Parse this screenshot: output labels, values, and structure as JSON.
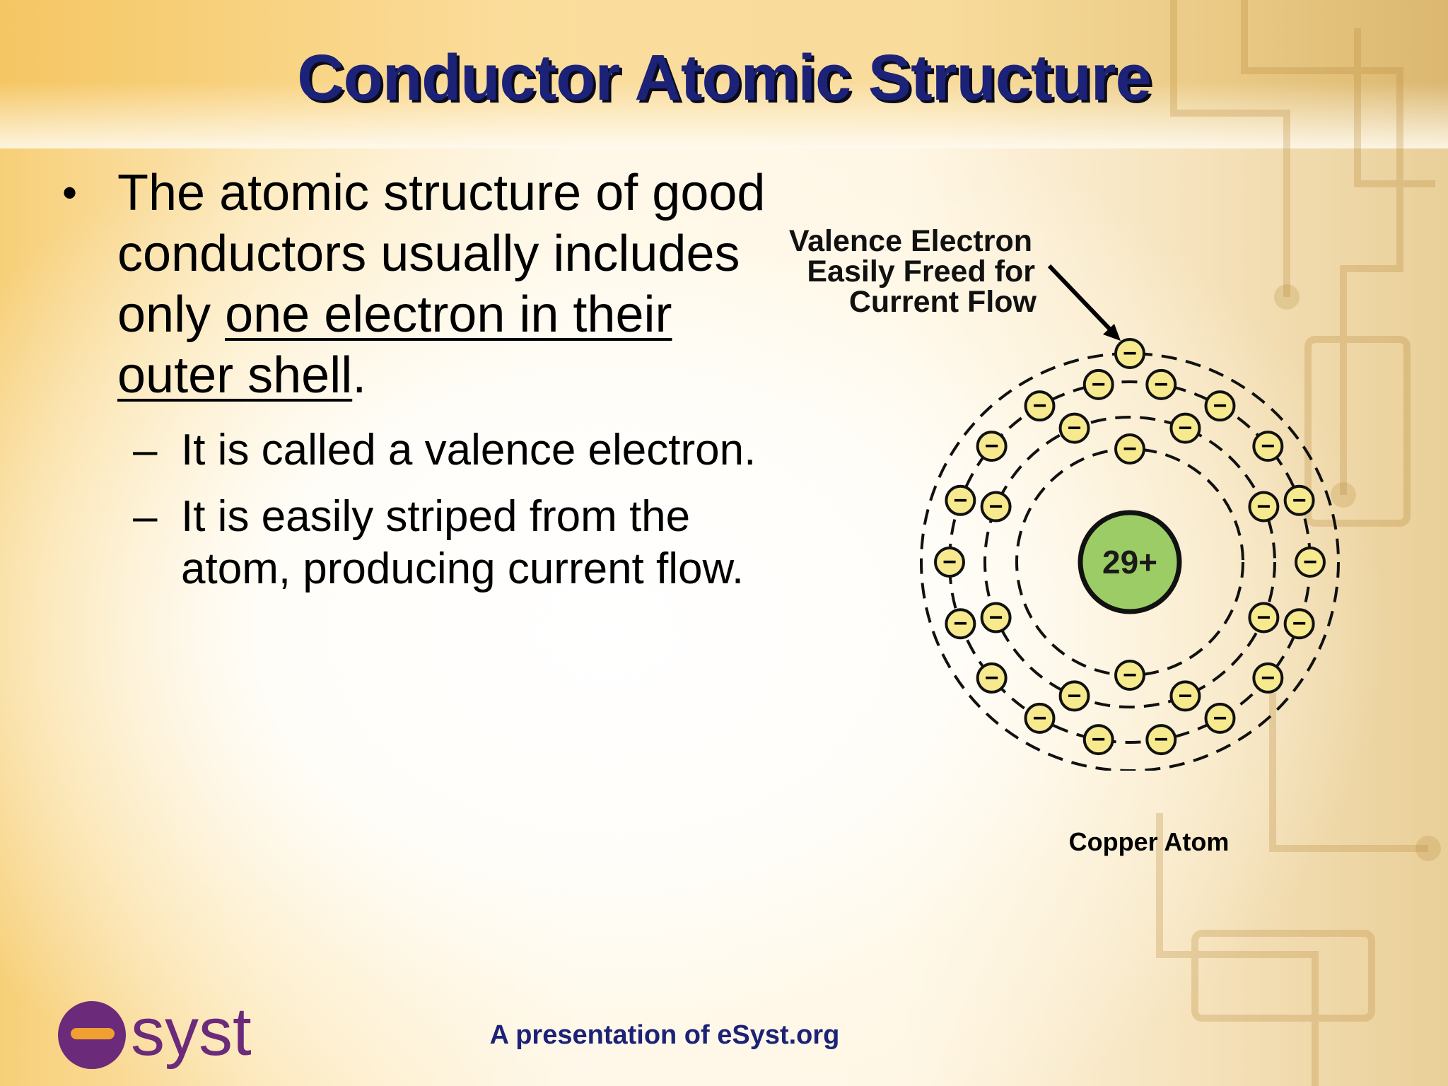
{
  "slide": {
    "title": "Conductor Atomic Structure",
    "bullet": {
      "text_before": "The atomic structure of good conductors usually includes only ",
      "underlined": "one electron in their outer shell",
      "text_after": "."
    },
    "sub_bullets": [
      "It is called a valence electron.",
      "It is easily striped from the atom, producing current flow."
    ],
    "footer": "A presentation of eSyst.org"
  },
  "diagram": {
    "annotation_lines": [
      "Valence Electron",
      "Easily Freed for",
      "Current Flow"
    ],
    "nucleus_label": "29+",
    "electron_symbol": "−",
    "caption": "Copper Atom",
    "shells": [
      {
        "name": "shell-1",
        "electrons": 2
      },
      {
        "name": "shell-2",
        "electrons": 8
      },
      {
        "name": "shell-3",
        "electrons": 18
      },
      {
        "name": "shell-4",
        "electrons": 1
      }
    ],
    "colors": {
      "nucleus": "#9ccc65",
      "electron": "#f7e98e",
      "title": "#1c2277",
      "logo": "#6b2a7a",
      "logo_accent": "#f0a030"
    }
  },
  "logo": {
    "text": "esyst"
  }
}
